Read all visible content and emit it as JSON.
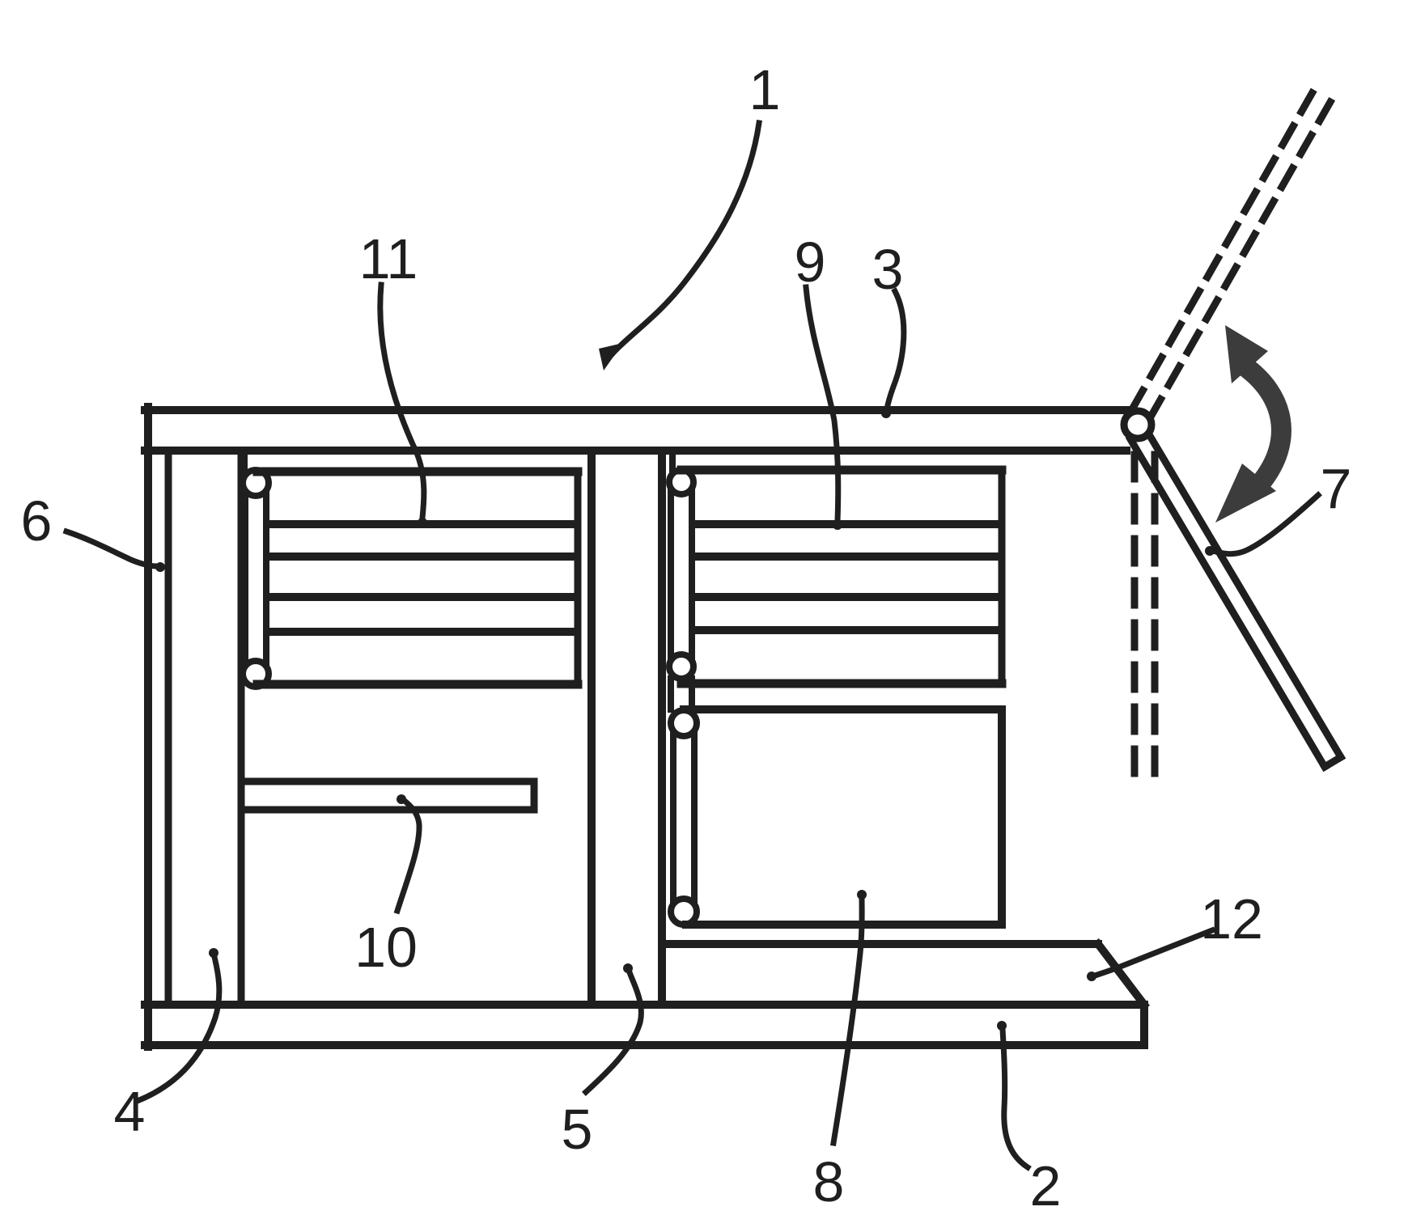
{
  "figure": {
    "kind": "patent-line-drawing",
    "background_color": "#ffffff",
    "line_color": "#1f1f1f",
    "arrow_color": "#3c3c3c",
    "reference_labels": [
      {
        "id": "1",
        "text": "1"
      },
      {
        "id": "2",
        "text": "2"
      },
      {
        "id": "3",
        "text": "3"
      },
      {
        "id": "4",
        "text": "4"
      },
      {
        "id": "5",
        "text": "5"
      },
      {
        "id": "6",
        "text": "6"
      },
      {
        "id": "7",
        "text": "7"
      },
      {
        "id": "8",
        "text": "8"
      },
      {
        "id": "9",
        "text": "9"
      },
      {
        "id": "10",
        "text": "10"
      },
      {
        "id": "11",
        "text": "11"
      },
      {
        "id": "12",
        "text": "12"
      }
    ]
  }
}
